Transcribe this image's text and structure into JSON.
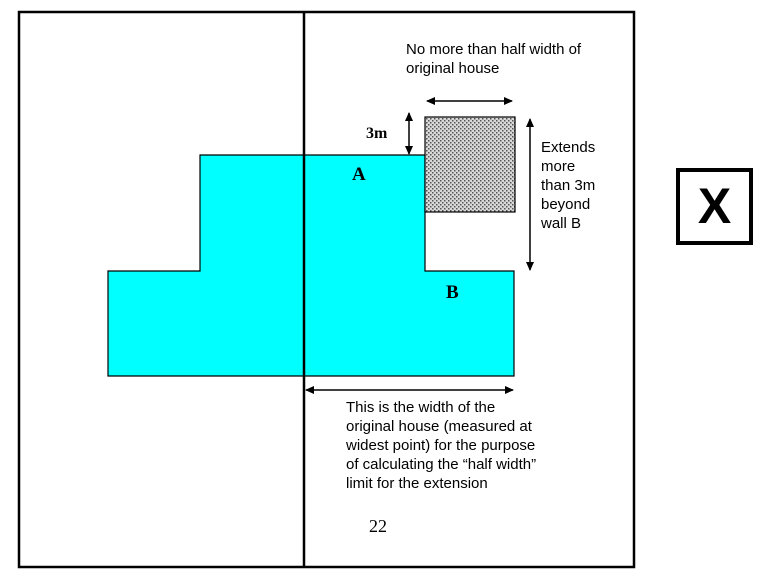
{
  "diagram": {
    "label_a": "A",
    "label_b": "B",
    "label_3m": "3m",
    "note_half_width_line1": "No more than half width of",
    "note_half_width_line2": "original house",
    "note_extends_lines": [
      "Extends",
      "more",
      "than 3m",
      "beyond",
      "wall B"
    ],
    "note_width_lines": [
      "This is the width of the",
      "original house (measured at",
      "widest point) for the purpose",
      "of calculating the “half width”",
      "limit for the extension"
    ],
    "page_number": "22",
    "verdict_symbol": "X"
  },
  "colors": {
    "house_fill": "#00ffff",
    "extension_fill": "#a0a0a0",
    "line": "#000000"
  }
}
